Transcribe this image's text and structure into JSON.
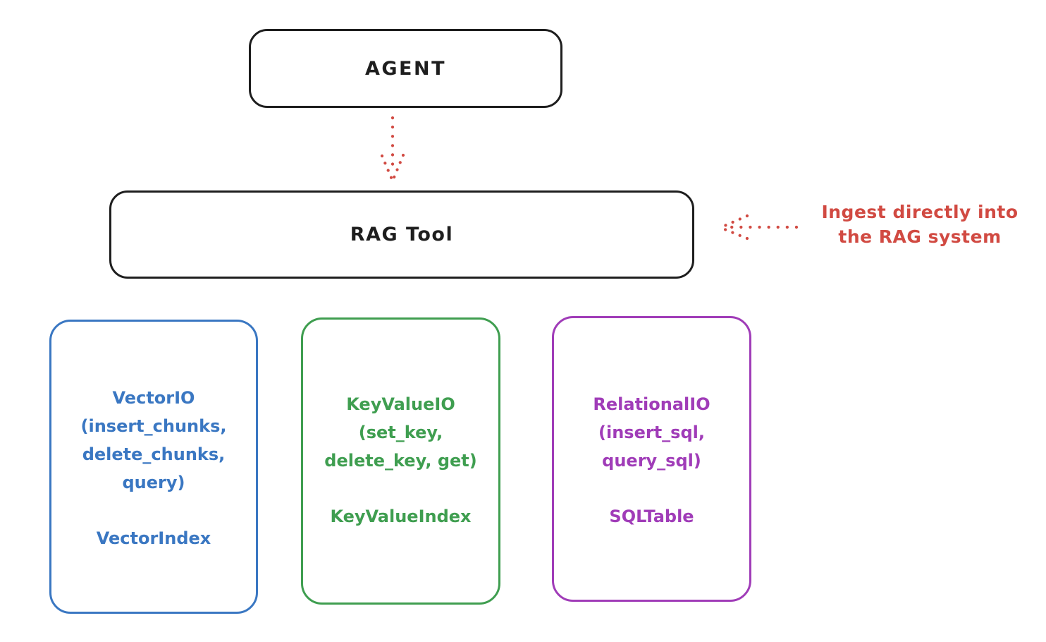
{
  "colors": {
    "ink": "#1e1e1e",
    "red": "#d14a42",
    "blue": "#3a77c2",
    "green": "#3f9e50",
    "purple": "#a03cb8"
  },
  "agent": {
    "label": "AGENT"
  },
  "rag_tool": {
    "label": "RAG Tool"
  },
  "annotation": {
    "line1": "Ingest directly into",
    "line2": "the RAG system"
  },
  "arrows": [
    {
      "name": "agent-to-rag-tool-arrow",
      "style": "dotted",
      "direction": "down"
    },
    {
      "name": "ingest-arrow",
      "style": "dotted",
      "direction": "left-into-rag-tool"
    }
  ],
  "boxes": [
    {
      "name": "vector-io",
      "title": "VectorIO",
      "methods": [
        "(insert_chunks,",
        "delete_chunks,",
        "query)"
      ],
      "index": "VectorIndex"
    },
    {
      "name": "key-value-io",
      "title": "KeyValueIO",
      "methods": [
        "(set_key,",
        "delete_key, get)"
      ],
      "index": "KeyValueIndex"
    },
    {
      "name": "relational-io",
      "title": "RelationalIO",
      "methods": [
        "(insert_sql,",
        "query_sql)"
      ],
      "index": "SQLTable"
    }
  ]
}
